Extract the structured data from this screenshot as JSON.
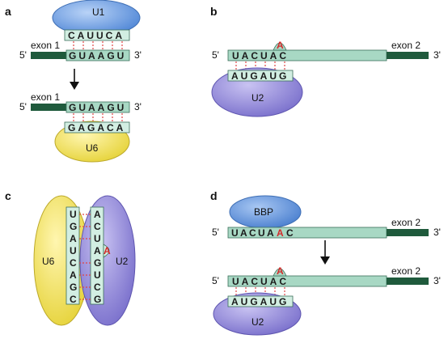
{
  "panels": {
    "a": {
      "letter": "a",
      "u1_label": "U1",
      "u1_seq": "CAUUCA",
      "exon_label": "exon 1",
      "five_prime": "5'",
      "three_prime": "3'",
      "intron_seq": "GUAAGU",
      "u6_seq": "GAGACA",
      "u6_label": "U6"
    },
    "b": {
      "letter": "b",
      "five_prime": "5'",
      "three_prime": "3'",
      "exon_label": "exon 2",
      "branch_seq": "UACUAC",
      "branch_a": "A",
      "u2_seq": "AUGAUG",
      "u2_label": "U2"
    },
    "c": {
      "letter": "c",
      "u6_label": "U6",
      "u2_label": "U2",
      "left_seq": [
        "U",
        "G",
        "A",
        "U",
        "C",
        "A",
        "G",
        "C"
      ],
      "right_seq": [
        "A",
        "C",
        "U",
        "A",
        "G",
        "U",
        "C",
        "G"
      ],
      "branch_a": "A"
    },
    "d": {
      "letter": "d",
      "bbp_label": "BBP",
      "five_prime": "5'",
      "three_prime": "3'",
      "exon_label": "exon 2",
      "branch_seq_top": [
        "U",
        "A",
        "C",
        "U",
        "A",
        "A",
        "C"
      ],
      "branch_seq_bottom": "UACUAC",
      "branch_a": "A",
      "u2_seq": "AUGAUG",
      "u2_label": "U2"
    }
  },
  "colors": {
    "exon": "#1f5a3c",
    "intron": "#a8d8c4",
    "intron_stroke": "#3b6f5a",
    "u1": "#6a9be0",
    "u2": "#8f86d6",
    "u6": "#f2e45a",
    "bbp": "#5d8fd8",
    "pairing": "#e04545",
    "accent_red": "#d42a2a"
  }
}
